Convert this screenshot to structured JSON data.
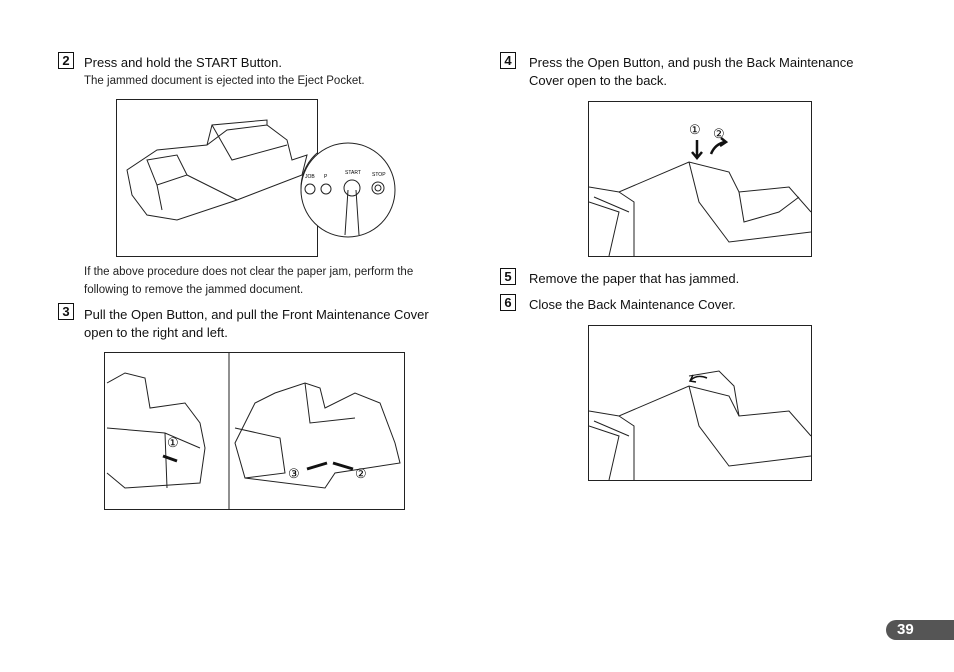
{
  "steps": {
    "s2": {
      "num": "2",
      "text": "Press and hold the START Button.",
      "sub": "The jammed document is ejected into the Eject Pocket."
    },
    "note": {
      "line1": "If the above procedure does not clear the paper jam, perform the",
      "line2": "following to remove the jammed document."
    },
    "s3": {
      "num": "3",
      "line1": "Pull the Open Button, and pull the Front Maintenance Cover",
      "line2": "open to the right and left."
    },
    "s4": {
      "num": "4",
      "line1": "Press the Open Button, and push the Back Maintenance",
      "line2": "Cover open to the back."
    },
    "s5": {
      "num": "5",
      "text": "Remove the paper that has jammed."
    },
    "s6": {
      "num": "6",
      "text": "Close the Back Maintenance Cover."
    }
  },
  "figures": {
    "fig1": {
      "buttons": [
        "JOB",
        "P",
        "START",
        "STOP"
      ]
    },
    "fig3": {
      "callouts": [
        "①",
        "③",
        "②"
      ]
    },
    "fig4": {
      "callouts": [
        "①",
        "②"
      ]
    }
  },
  "page_number": "39",
  "colors": {
    "badge": "#555555",
    "line": "#222222"
  }
}
